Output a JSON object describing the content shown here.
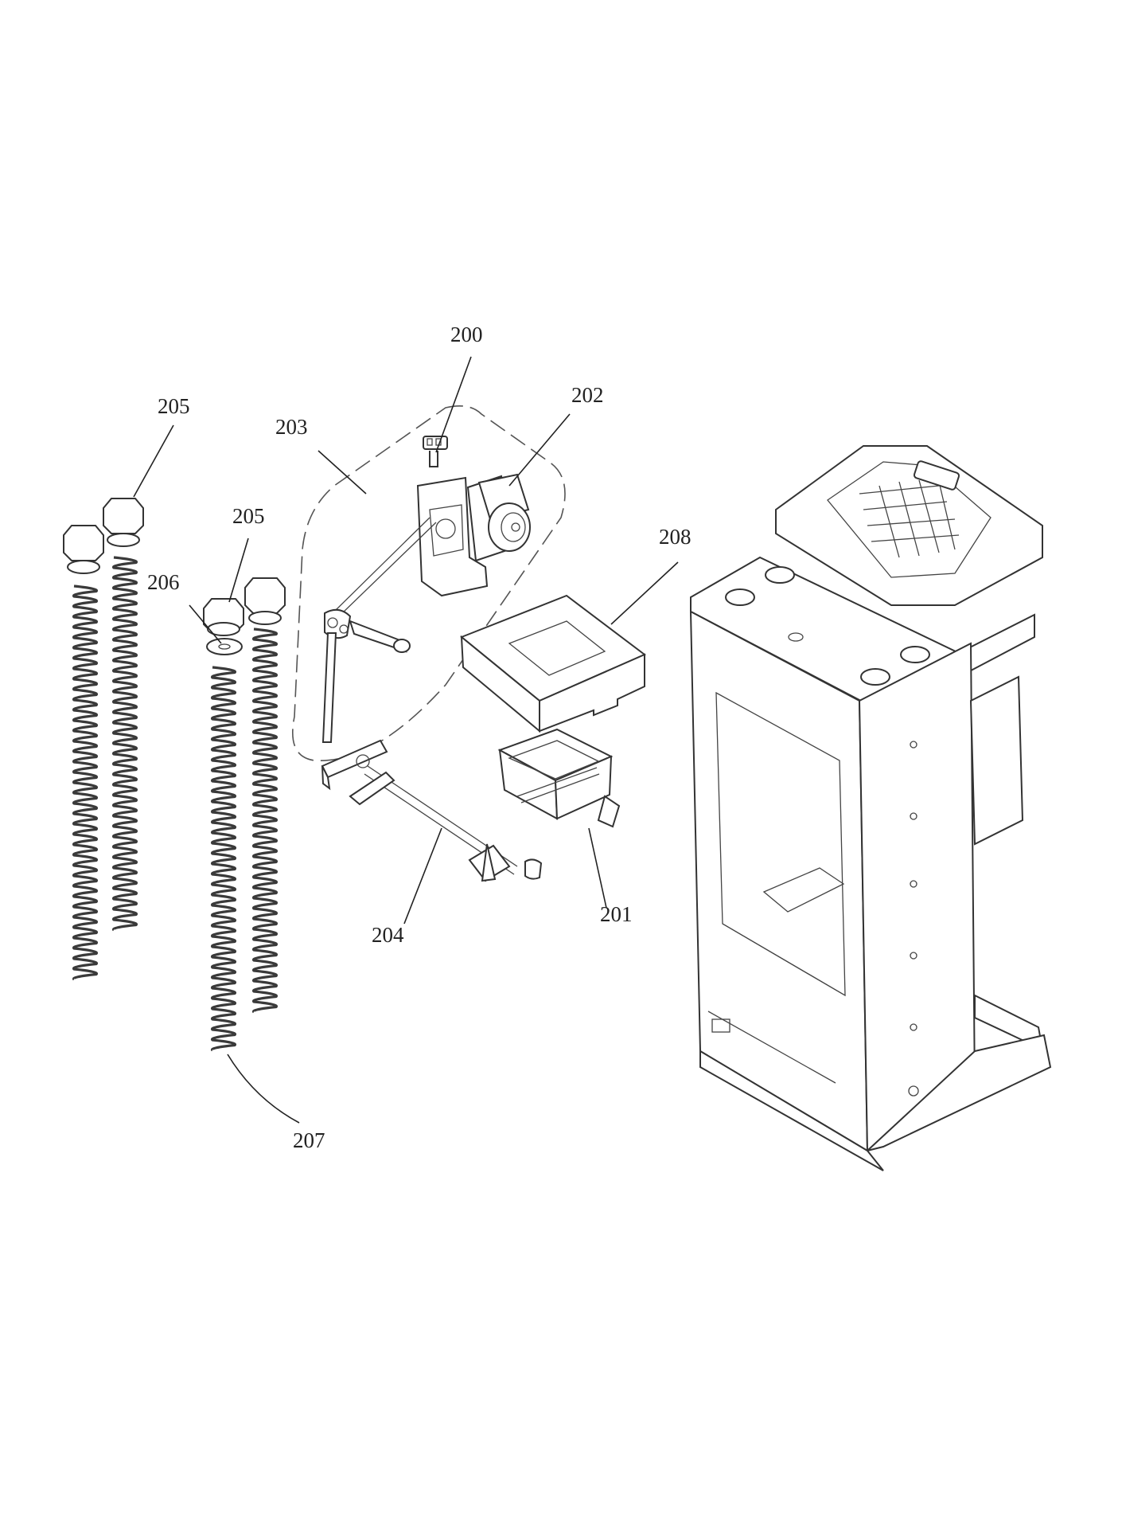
{
  "callouts": [
    {
      "id": "200",
      "label": "200"
    },
    {
      "id": "201",
      "label": "201"
    },
    {
      "id": "202",
      "label": "202"
    },
    {
      "id": "203",
      "label": "203"
    },
    {
      "id": "204",
      "label": "204"
    },
    {
      "id": "205a",
      "label": "205"
    },
    {
      "id": "205b",
      "label": "205"
    },
    {
      "id": "206",
      "label": "206"
    },
    {
      "id": "207",
      "label": "207"
    },
    {
      "id": "208",
      "label": "208"
    }
  ],
  "colors": {
    "ink": "#222222",
    "background": "#ffffff"
  }
}
